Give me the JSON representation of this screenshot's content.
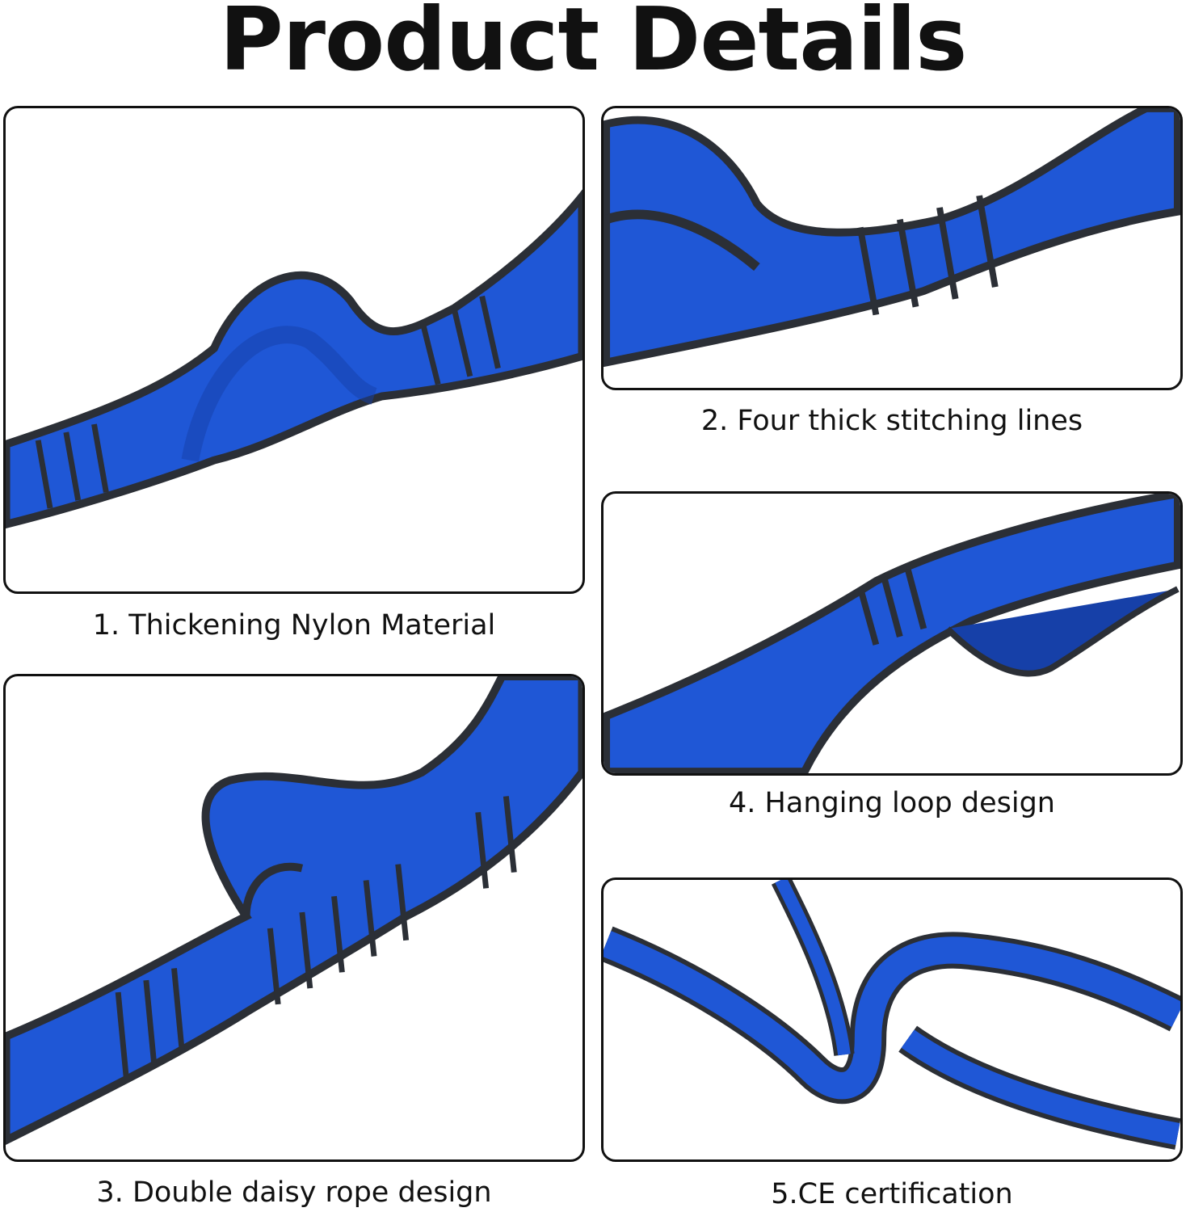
{
  "title": "Product Details",
  "colors": {
    "strap": "#1f57d6",
    "strap_dark": "#1640a8",
    "edge": "#2b2f36",
    "frame": "#111111"
  },
  "panels": [
    {
      "caption": "1. Thickening Nylon Material"
    },
    {
      "caption": "2. Four thick stitching lines"
    },
    {
      "caption": "3. Double daisy rope design"
    },
    {
      "caption": "4. Hanging loop design"
    },
    {
      "caption": "5.CE certification"
    }
  ]
}
